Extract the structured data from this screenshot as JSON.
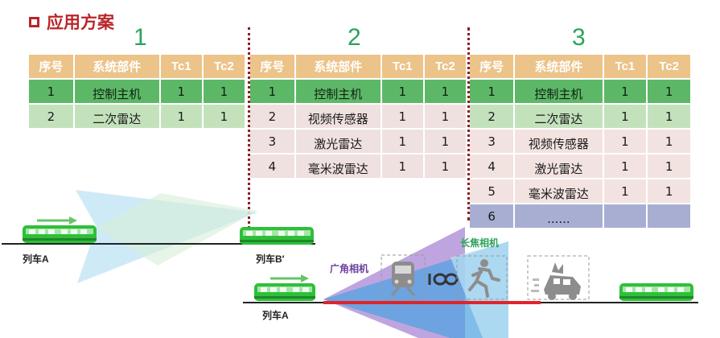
{
  "header": {
    "title": "应用方案"
  },
  "schemes": [
    {
      "number": "1",
      "columns": [
        "序号",
        "系统部件",
        "Tc1",
        "Tc2"
      ],
      "rows": [
        {
          "no": "1",
          "name": "控制主机",
          "tc1": "1",
          "tc2": "1",
          "style": "row-green"
        },
        {
          "no": "2",
          "name": "二次雷达",
          "tc1": "1",
          "tc2": "1",
          "style": "row-lightgreen"
        }
      ]
    },
    {
      "number": "2",
      "columns": [
        "序号",
        "系统部件",
        "Tc1",
        "Tc2"
      ],
      "rows": [
        {
          "no": "1",
          "name": "控制主机",
          "tc1": "1",
          "tc2": "1",
          "style": "row-green"
        },
        {
          "no": "2",
          "name": "视频传感器",
          "tc1": "1",
          "tc2": "1",
          "style": "row-pink"
        },
        {
          "no": "3",
          "name": "激光雷达",
          "tc1": "1",
          "tc2": "1",
          "style": "row-pink"
        },
        {
          "no": "4",
          "name": "毫米波雷达",
          "tc1": "1",
          "tc2": "1",
          "style": "row-pink"
        }
      ]
    },
    {
      "number": "3",
      "columns": [
        "序号",
        "系统部件",
        "Tc1",
        "Tc2"
      ],
      "rows": [
        {
          "no": "1",
          "name": "控制主机",
          "tc1": "1",
          "tc2": "1",
          "style": "row-green"
        },
        {
          "no": "2",
          "name": "二次雷达",
          "tc1": "1",
          "tc2": "1",
          "style": "row-lightgreen"
        },
        {
          "no": "3",
          "name": "视频传感器",
          "tc1": "1",
          "tc2": "1",
          "style": "row-plain"
        },
        {
          "no": "4",
          "name": "激光雷达",
          "tc1": "1",
          "tc2": "1",
          "style": "row-plain"
        },
        {
          "no": "5",
          "name": "毫米波雷达",
          "tc1": "1",
          "tc2": "1",
          "style": "row-plain"
        },
        {
          "no": "6",
          "name": "......",
          "tc1": "",
          "tc2": "",
          "style": "row-blue"
        }
      ]
    }
  ],
  "diagram": {
    "train_a_top": "列车A",
    "train_b": "列车B′",
    "train_a_bottom": "列车A",
    "wide_camera": "广角相机",
    "tele_camera": "长焦相机"
  },
  "colors": {
    "title": "#b8262b",
    "scheme_number": "#2aa35a",
    "table_header": "#ecc389",
    "train_green": "#2fbf3a",
    "rail_red": "#e0242a",
    "beam_blue": "#4aa3e0",
    "beam_purple": "#8a5bc4"
  }
}
